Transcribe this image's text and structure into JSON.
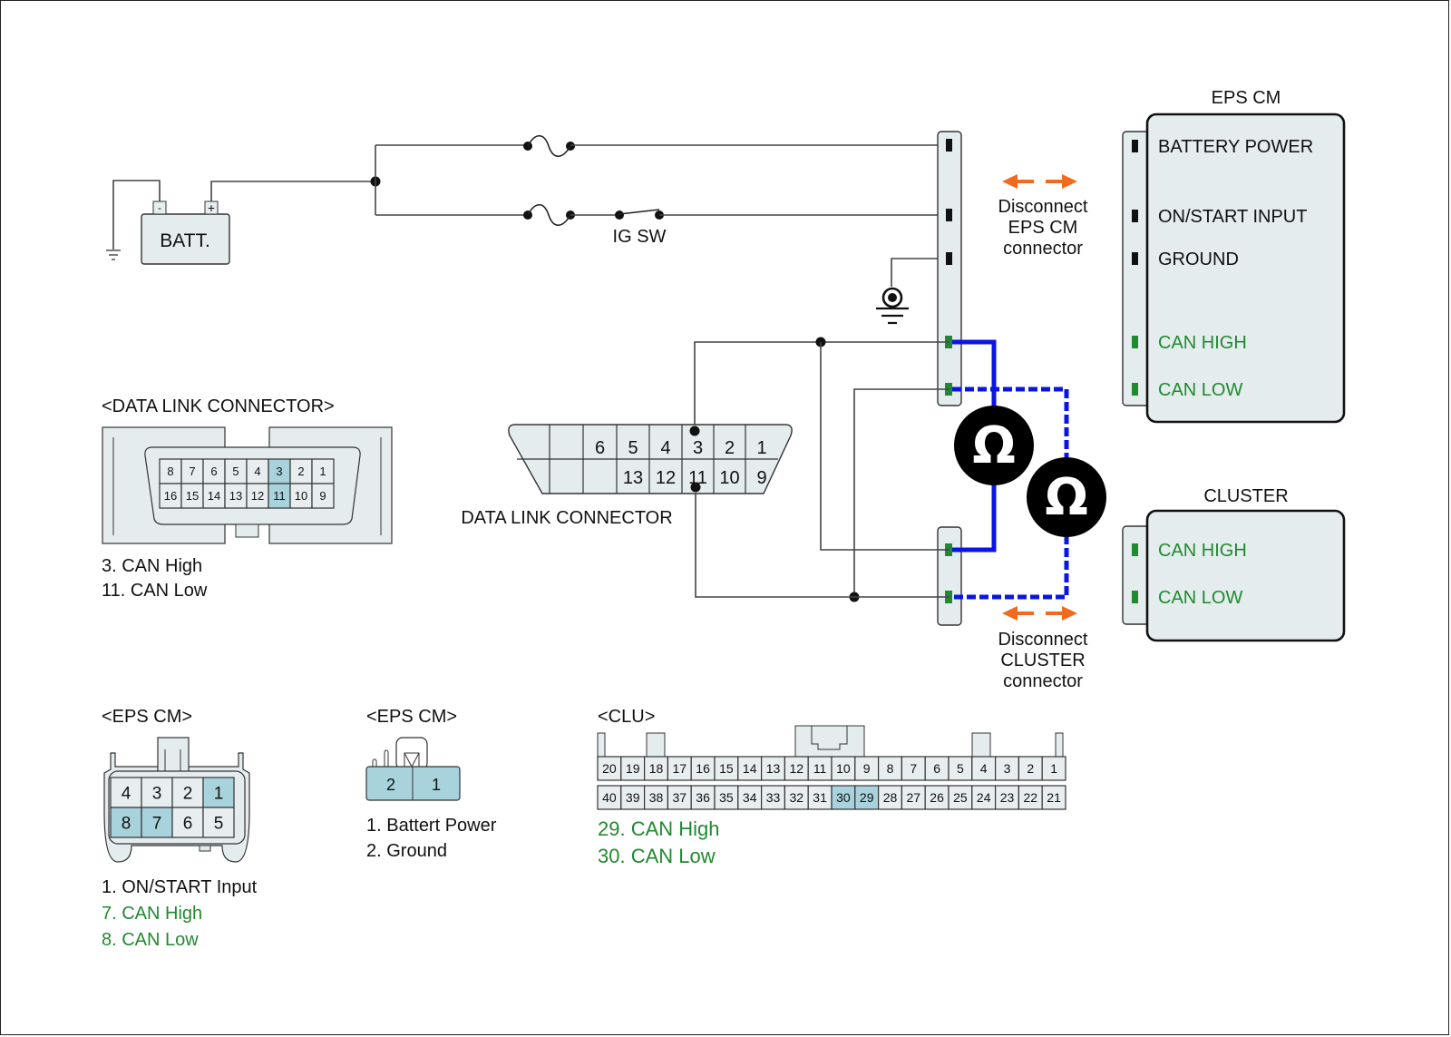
{
  "battery": {
    "label": "BATT.",
    "neg": "-",
    "pos": "+"
  },
  "ig_switch": {
    "label": "IG SW"
  },
  "eps_cm": {
    "title": "EPS CM",
    "pins": [
      {
        "label": "BATTERY POWER",
        "type": "power"
      },
      {
        "label": "ON/START INPUT",
        "type": "power"
      },
      {
        "label": "GROUND",
        "type": "power"
      },
      {
        "label": "CAN HIGH",
        "type": "can"
      },
      {
        "label": "CAN LOW",
        "type": "can"
      }
    ],
    "disconnect": [
      "Disconnect",
      "EPS CM",
      "connector"
    ]
  },
  "cluster": {
    "title": "CLUSTER",
    "pins": [
      {
        "label": "CAN HIGH",
        "type": "can"
      },
      {
        "label": "CAN LOW",
        "type": "can"
      }
    ],
    "disconnect": [
      "Disconnect",
      "CLUSTER",
      "connector"
    ]
  },
  "dlc": {
    "label": "DATA LINK CONNECTOR",
    "top_row": [
      "",
      "",
      "6",
      "5",
      "4",
      "3",
      "2",
      "1"
    ],
    "bottom_row": [
      "",
      "",
      "",
      "13",
      "12",
      "11",
      "10",
      "9"
    ]
  },
  "meter_icon": "ohm-icon",
  "colors": {
    "can_wire": "#0a14e6",
    "can_text": "#1f8a2e",
    "arrow": "#f26a1b",
    "highlight": "#a8d2dc"
  },
  "connector_views": {
    "dlc": {
      "title": "<DATA LINK CONNECTOR>",
      "top_row": [
        "8",
        "7",
        "6",
        "5",
        "4",
        "3",
        "2",
        "1"
      ],
      "bottom_row": [
        "16",
        "15",
        "14",
        "13",
        "12",
        "11",
        "10",
        "9"
      ],
      "highlighted": [
        "3",
        "11"
      ],
      "legend": [
        {
          "text": "3. CAN High",
          "green": false
        },
        {
          "text": "11. CAN Low",
          "green": false
        }
      ]
    },
    "eps_cm_8": {
      "title": "<EPS CM>",
      "top_row": [
        "4",
        "3",
        "2",
        "1"
      ],
      "bottom_row": [
        "8",
        "7",
        "6",
        "5"
      ],
      "highlighted": [
        "1",
        "8",
        "7"
      ],
      "legend": [
        {
          "text": "1. ON/START Input",
          "green": false
        },
        {
          "text": "7. CAN High",
          "green": true
        },
        {
          "text": "8. CAN Low",
          "green": true
        }
      ]
    },
    "eps_cm_2": {
      "title": "<EPS CM>",
      "row": [
        "2",
        "1"
      ],
      "legend": [
        {
          "text": "1. Battert Power",
          "green": false
        },
        {
          "text": "2. Ground",
          "green": false
        }
      ]
    },
    "clu": {
      "title": "<CLU>",
      "top_row": [
        "20",
        "19",
        "18",
        "17",
        "16",
        "15",
        "14",
        "13",
        "12",
        "11",
        "10",
        "9",
        "8",
        "7",
        "6",
        "5",
        "4",
        "3",
        "2",
        "1"
      ],
      "bottom_row": [
        "40",
        "39",
        "38",
        "37",
        "36",
        "35",
        "34",
        "33",
        "32",
        "31",
        "30",
        "29",
        "28",
        "27",
        "26",
        "25",
        "24",
        "23",
        "22",
        "21"
      ],
      "highlighted": [
        "30",
        "29"
      ],
      "legend": [
        {
          "text": "29. CAN High",
          "green": true
        },
        {
          "text": "30. CAN Low",
          "green": true
        }
      ]
    }
  }
}
